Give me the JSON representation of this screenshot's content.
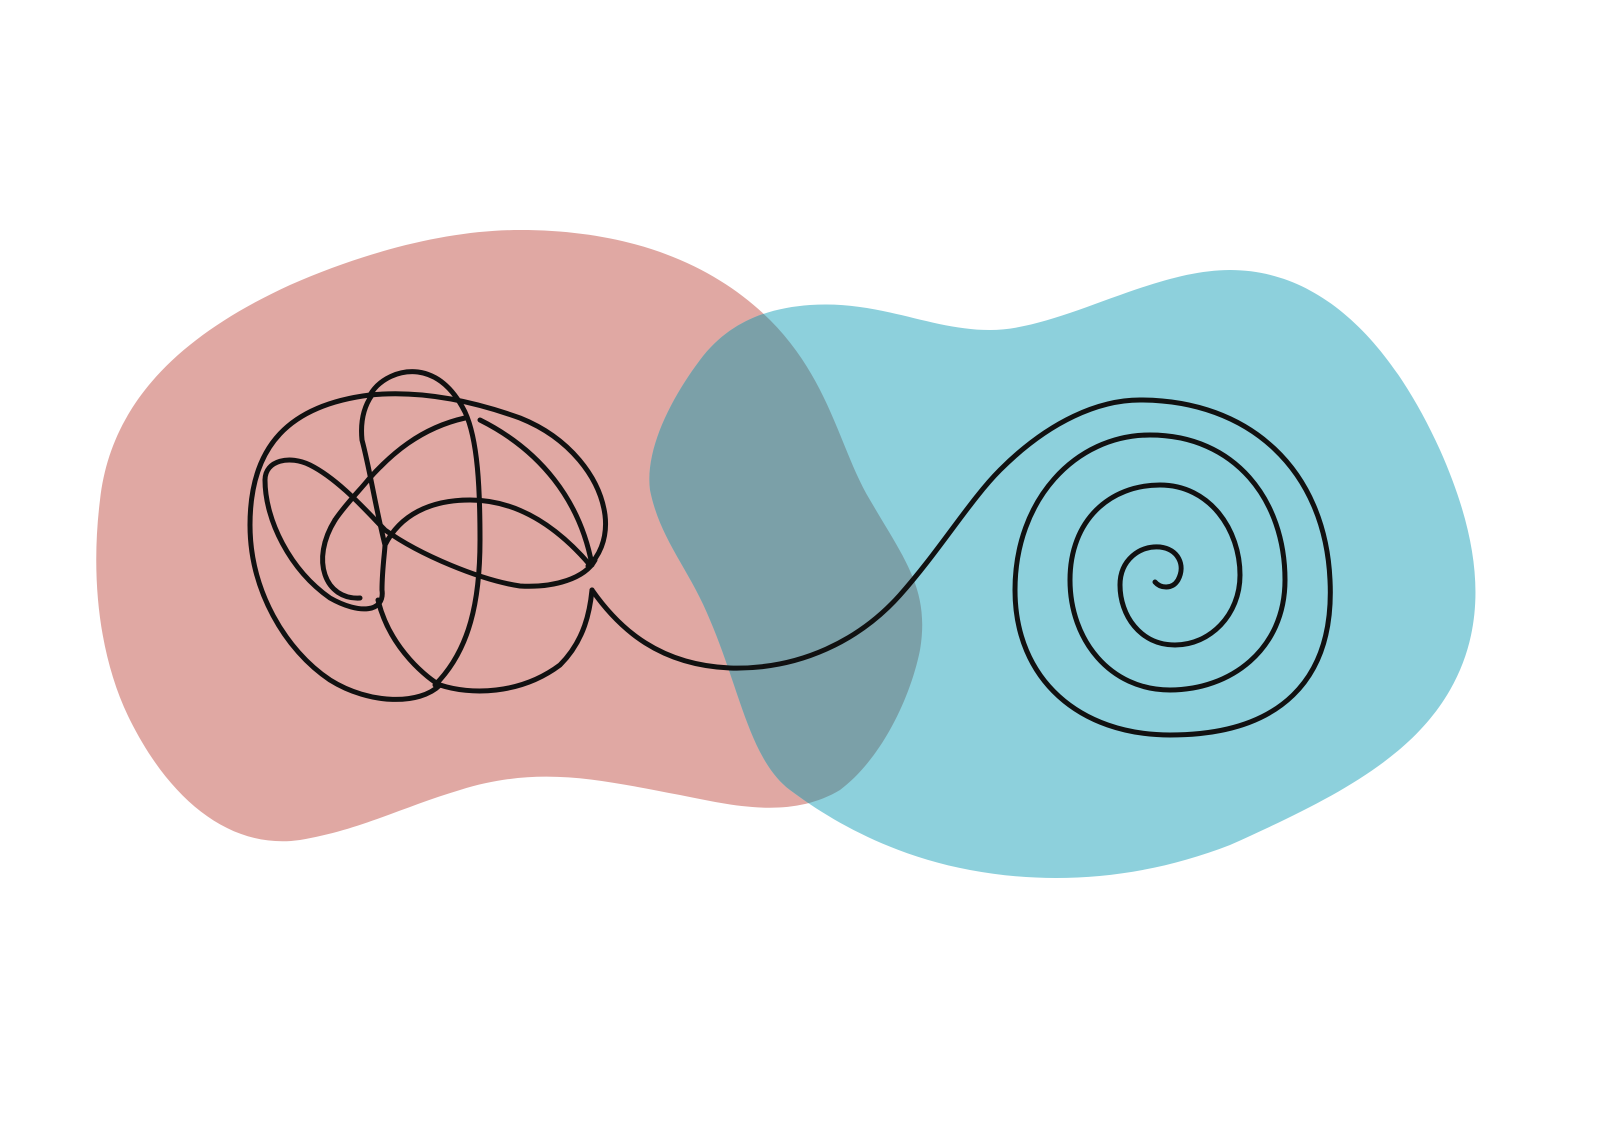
{
  "illustration": {
    "left_blob_color": "#e0a8a3",
    "right_blob_color": "#8dd0dc",
    "overlap_color": "#7ba0a8",
    "line_color": "#111111",
    "background_color": "#ffffff",
    "left_motif": "tangled-scribble",
    "right_motif": "spiral",
    "connector": "flowing-curve"
  }
}
